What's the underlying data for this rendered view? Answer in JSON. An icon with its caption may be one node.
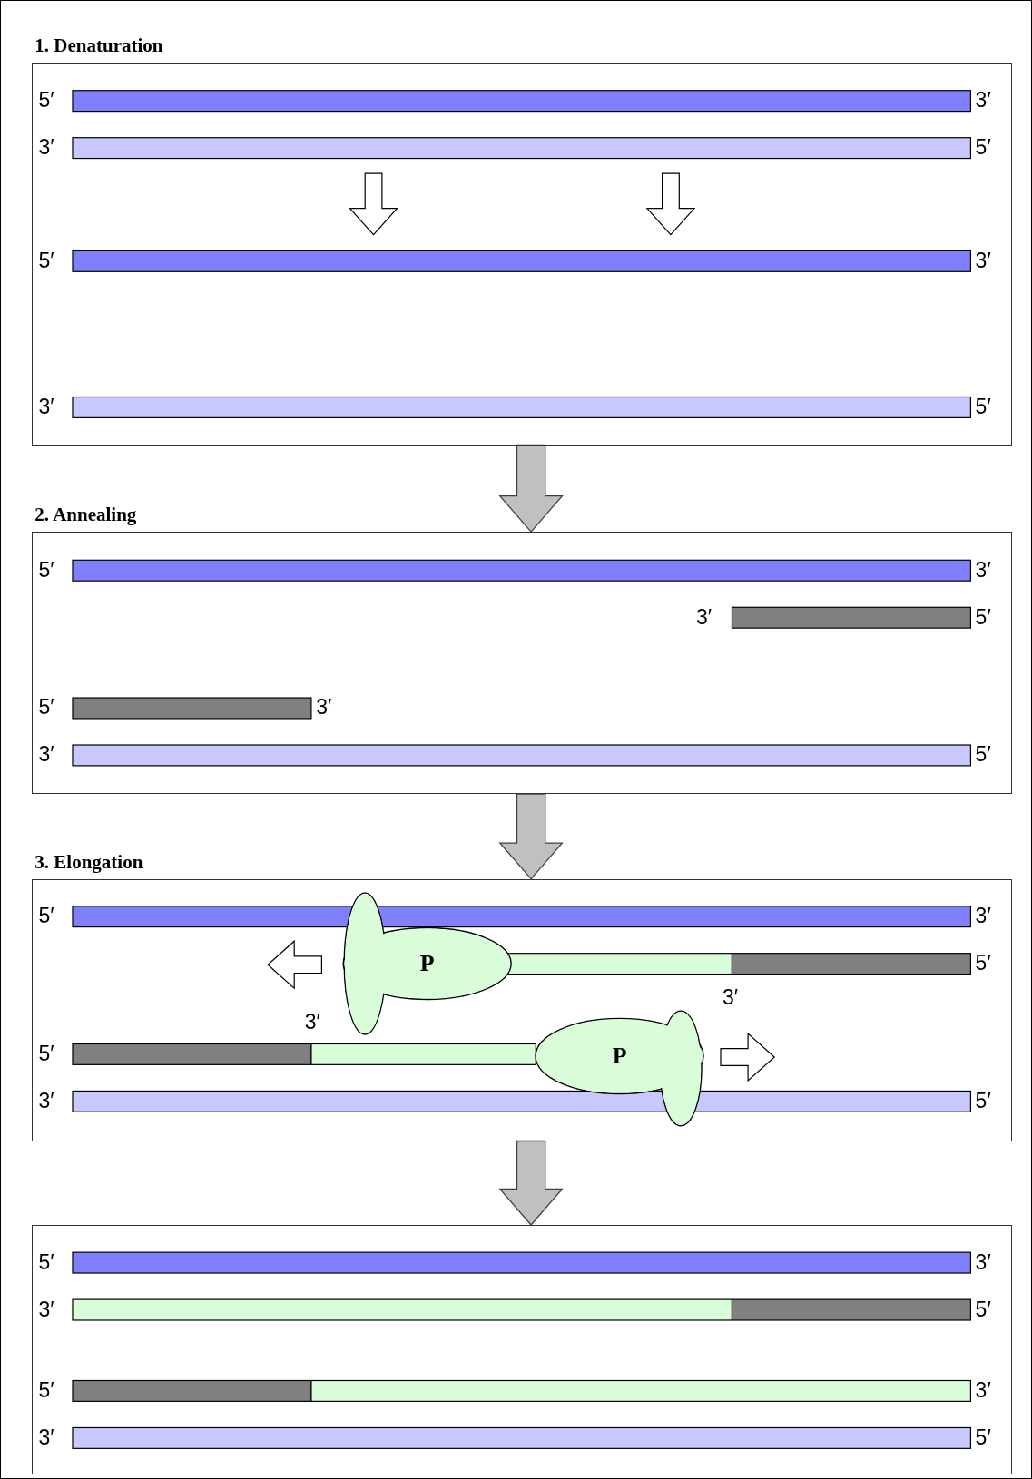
{
  "diagram": {
    "nodes": [
      {
        "text": [
          "1. Denaturation"
        ]
      },
      {
        "text": [
          "2. Annealing"
        ]
      },
      {
        "text": [
          "3. Elongation"
        ]
      },
      {
        "text": [
          "P"
        ],
        "in": 2
      },
      {
        "text": [
          "P"
        ],
        "in": 2
      },
      {
        "text": [],
        "shape": "box"
      }
    ],
    "edges": [
      {
        "from": 0,
        "to": 1,
        "arrow": "to"
      },
      {
        "from": 1,
        "to": 2,
        "arrow": "to"
      },
      {
        "from": 2,
        "to": 5,
        "arrow": "to"
      }
    ],
    "labels": [
      "5′",
      "3′",
      "3′",
      "5′",
      "5′",
      "3′",
      "3′",
      "5′",
      "5′",
      "3′",
      "3′",
      "5′",
      "5′",
      "3′",
      "3′",
      "5′",
      "5′",
      "3′",
      "5′",
      "3′",
      "3′",
      "5′",
      "3′",
      "5′",
      "5′",
      "3′",
      "3′",
      "5′",
      "5′",
      "3′",
      "3′",
      "5′"
    ]
  }
}
